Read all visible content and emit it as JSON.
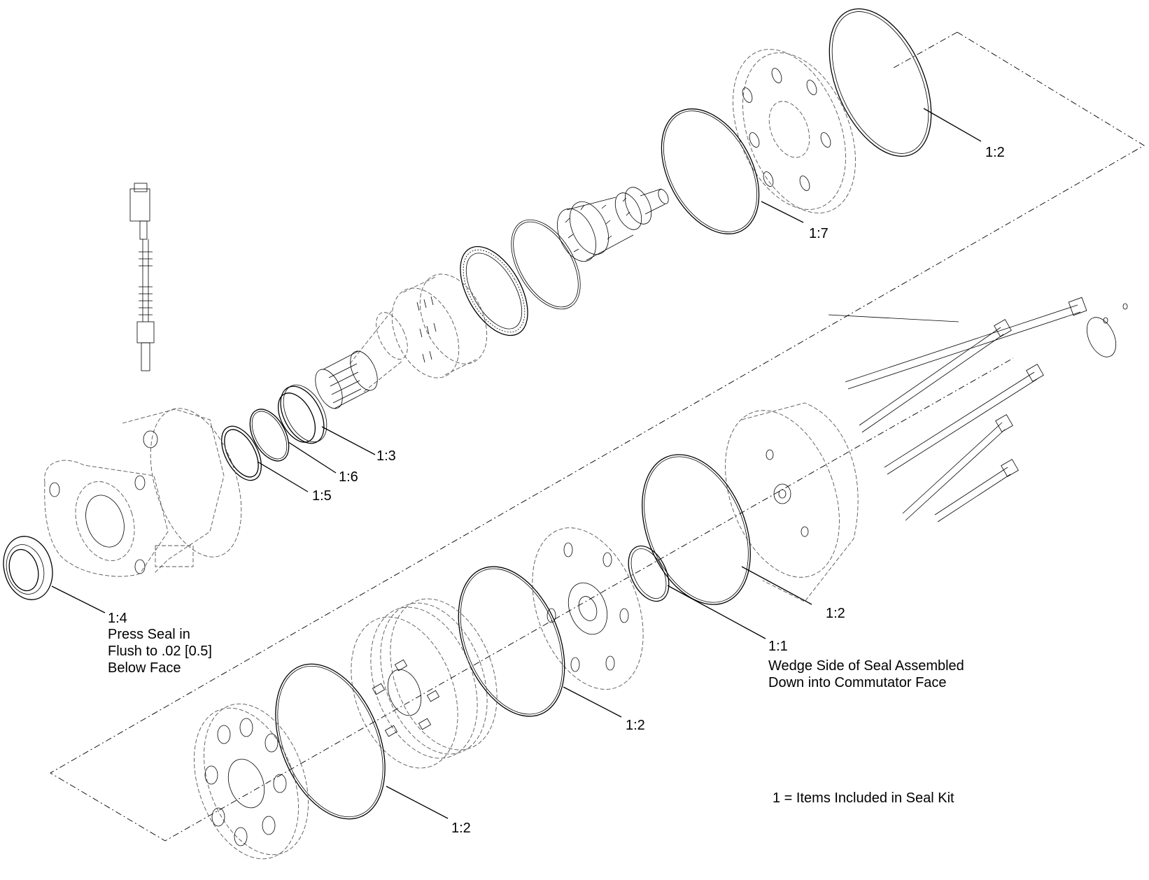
{
  "callouts": {
    "c12_top": "1:2",
    "c17": "1:7",
    "c13": "1:3",
    "c16": "1:6",
    "c15": "1:5",
    "c14": "1:4",
    "c12_mid_right": "1:2",
    "c11": "1:1",
    "c12_mid": "1:2",
    "c12_bottom": "1:2"
  },
  "notes": {
    "press_seal": [
      "Press Seal in",
      "Flush to .02 [0.5]",
      "Below Face"
    ],
    "wedge_side": [
      "Wedge Side of Seal Assembled",
      "Down into Commutator Face"
    ],
    "legend": "1 = Items Included in Seal Kit"
  }
}
